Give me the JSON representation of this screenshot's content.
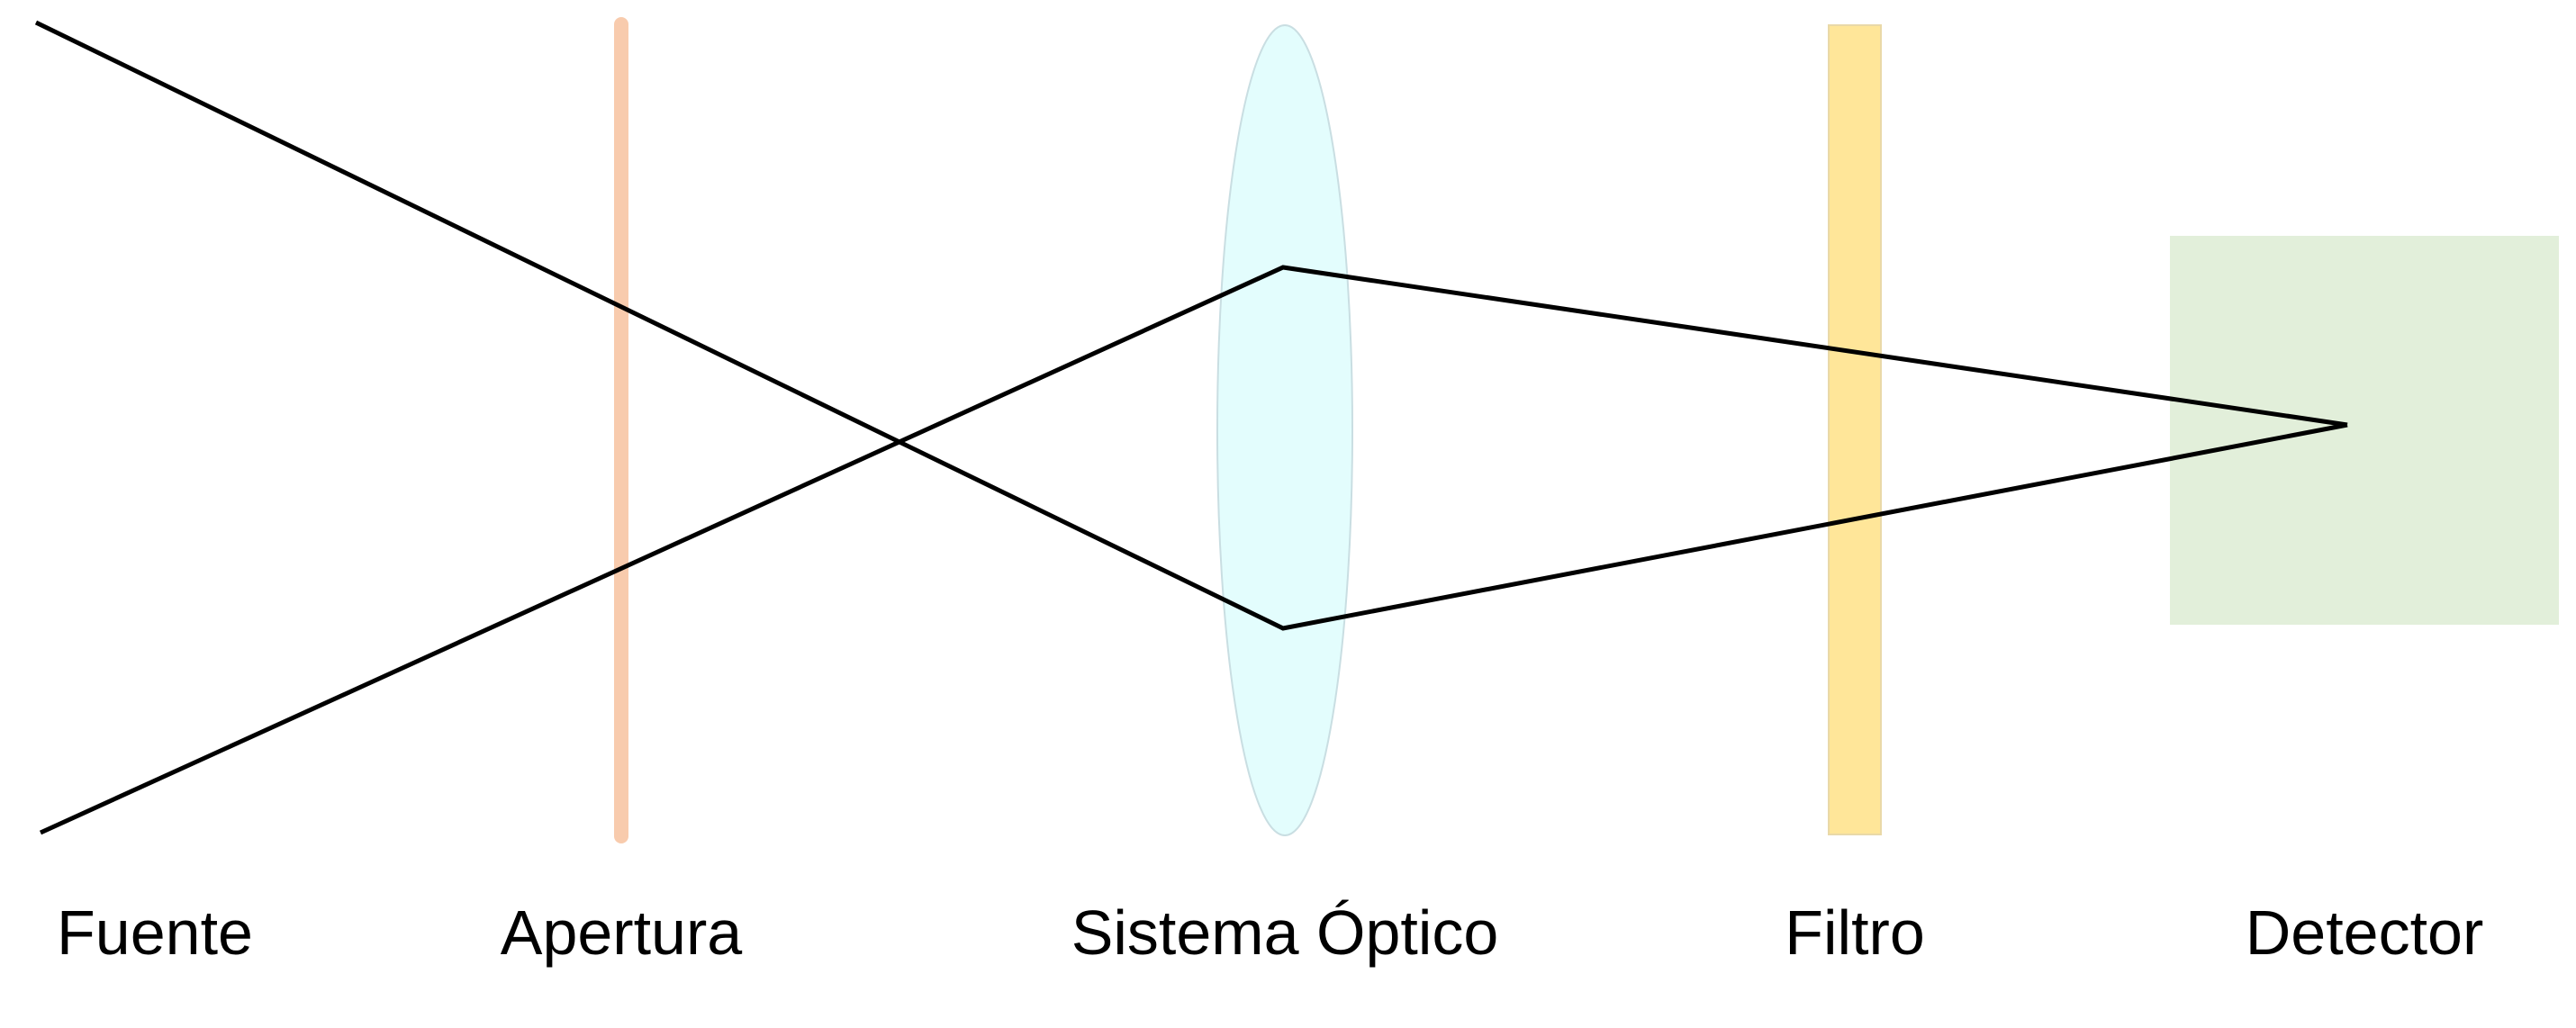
{
  "diagram": {
    "components": [
      {
        "id": "source",
        "label": "Fuente"
      },
      {
        "id": "aperture",
        "label": "Apertura"
      },
      {
        "id": "optics",
        "label": "Sistema Óptico"
      },
      {
        "id": "filter",
        "label": "Filtro"
      },
      {
        "id": "detector",
        "label": "Detector"
      }
    ]
  },
  "colors": {
    "aperture": "#F8CBAD",
    "lens_fill": "#E3FDFD",
    "lens_stroke": "#C9DEE2",
    "filter_fill": "#FFE699",
    "filter_stroke": "#E9D9A8",
    "detector_fill": "#E2EFDA",
    "ray": "#000000"
  }
}
